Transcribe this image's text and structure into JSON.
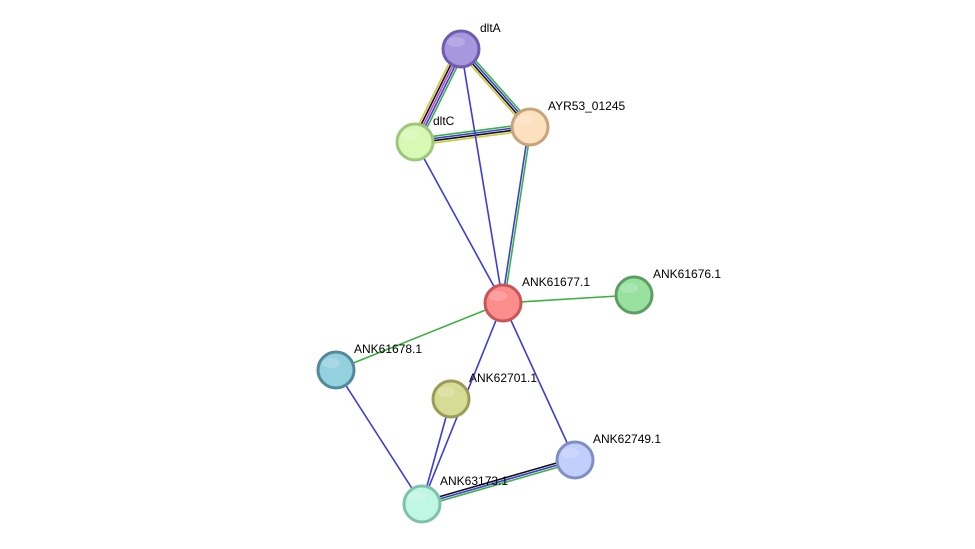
{
  "network": {
    "nodes": [
      {
        "id": "dltA",
        "label": "dltA",
        "fill": "#a797de",
        "stroke": "#6e5cae"
      },
      {
        "id": "dltC",
        "label": "dltC",
        "fill": "#d8f9b4",
        "stroke": "#9ec77c"
      },
      {
        "id": "AYR53_01245",
        "label": "AYR53_01245",
        "fill": "#fde0be",
        "stroke": "#c9a37c"
      },
      {
        "id": "ANK61677.1",
        "label": "ANK61677.1",
        "fill": "#fb8d8d",
        "stroke": "#c85656"
      },
      {
        "id": "ANK61676.1",
        "label": "ANK61676.1",
        "fill": "#98e19e",
        "stroke": "#5d9e63"
      },
      {
        "id": "ANK61678.1",
        "label": "ANK61678.1",
        "fill": "#94d1df",
        "stroke": "#53899b"
      },
      {
        "id": "ANK62701.1",
        "label": "ANK62701.1",
        "fill": "#d8db96",
        "stroke": "#9b9c57"
      },
      {
        "id": "ANK62749.1",
        "label": "ANK62749.1",
        "fill": "#c2cffc",
        "stroke": "#7f8fc4"
      },
      {
        "id": "ANK63173.1",
        "label": "ANK63173.1",
        "fill": "#c0f6e4",
        "stroke": "#7dc2a9"
      }
    ],
    "edges": [
      {
        "source": "dltA",
        "target": "dltC",
        "colors": [
          "#39b33d",
          "#3b3dd6",
          "#c93ec9",
          "#111111",
          "#c7c93b"
        ]
      },
      {
        "source": "dltA",
        "target": "AYR53_01245",
        "colors": [
          "#39b33d",
          "#3b3dd6",
          "#111111",
          "#c7c93b"
        ]
      },
      {
        "source": "dltC",
        "target": "AYR53_01245",
        "colors": [
          "#39b33d",
          "#3b3dd6",
          "#111111",
          "#c7c93b"
        ]
      },
      {
        "source": "dltA",
        "target": "ANK61677.1",
        "colors": [
          "#3b3dd6"
        ]
      },
      {
        "source": "dltC",
        "target": "ANK61677.1",
        "colors": [
          "#3b3dd6"
        ]
      },
      {
        "source": "AYR53_01245",
        "target": "ANK61677.1",
        "colors": [
          "#39b33d",
          "#3b3dd6"
        ]
      },
      {
        "source": "ANK61677.1",
        "target": "ANK61676.1",
        "colors": [
          "#39b33d"
        ]
      },
      {
        "source": "ANK61677.1",
        "target": "ANK61678.1",
        "colors": [
          "#39b33d"
        ]
      },
      {
        "source": "ANK61677.1",
        "target": "ANK62749.1",
        "colors": [
          "#3b3dd6"
        ]
      },
      {
        "source": "ANK61677.1",
        "target": "ANK63173.1",
        "colors": [
          "#3b3dd6"
        ]
      },
      {
        "source": "ANK61678.1",
        "target": "ANK63173.1",
        "colors": [
          "#3b3dd6"
        ]
      },
      {
        "source": "ANK62701.1",
        "target": "ANK63173.1",
        "colors": [
          "#3b3dd6"
        ]
      },
      {
        "source": "ANK62749.1",
        "target": "ANK63173.1",
        "colors": [
          "#39b33d",
          "#3b3dd6",
          "#111111"
        ]
      }
    ]
  }
}
